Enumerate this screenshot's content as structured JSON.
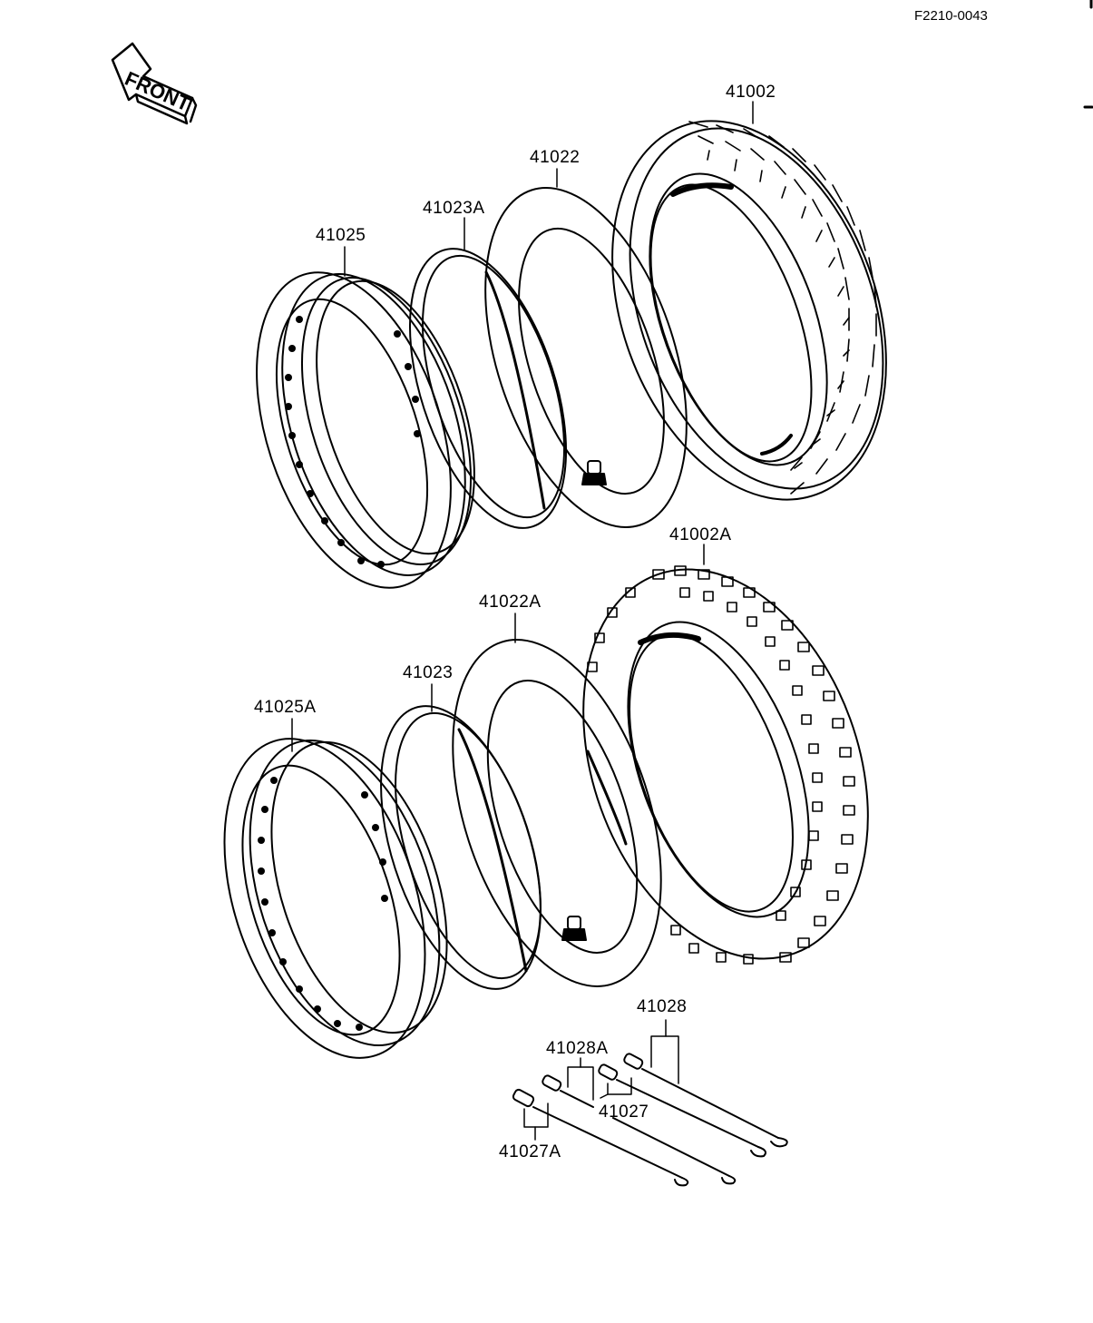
{
  "figure_code": "F2210-0043",
  "front_arrow": {
    "text": "FRONT"
  },
  "parts": {
    "p41002": "41002",
    "p41022": "41022",
    "p41023A": "41023A",
    "p41025": "41025",
    "p41002A": "41002A",
    "p41022A": "41022A",
    "p41023": "41023",
    "p41025A": "41025A",
    "p41028": "41028",
    "p41028A": "41028A",
    "p41027": "41027",
    "p41027A": "41027A"
  },
  "icons": [
    "front-arrow-icon",
    "tire-icon",
    "tube-icon",
    "rim-band-icon",
    "rim-icon",
    "spoke-icon"
  ]
}
